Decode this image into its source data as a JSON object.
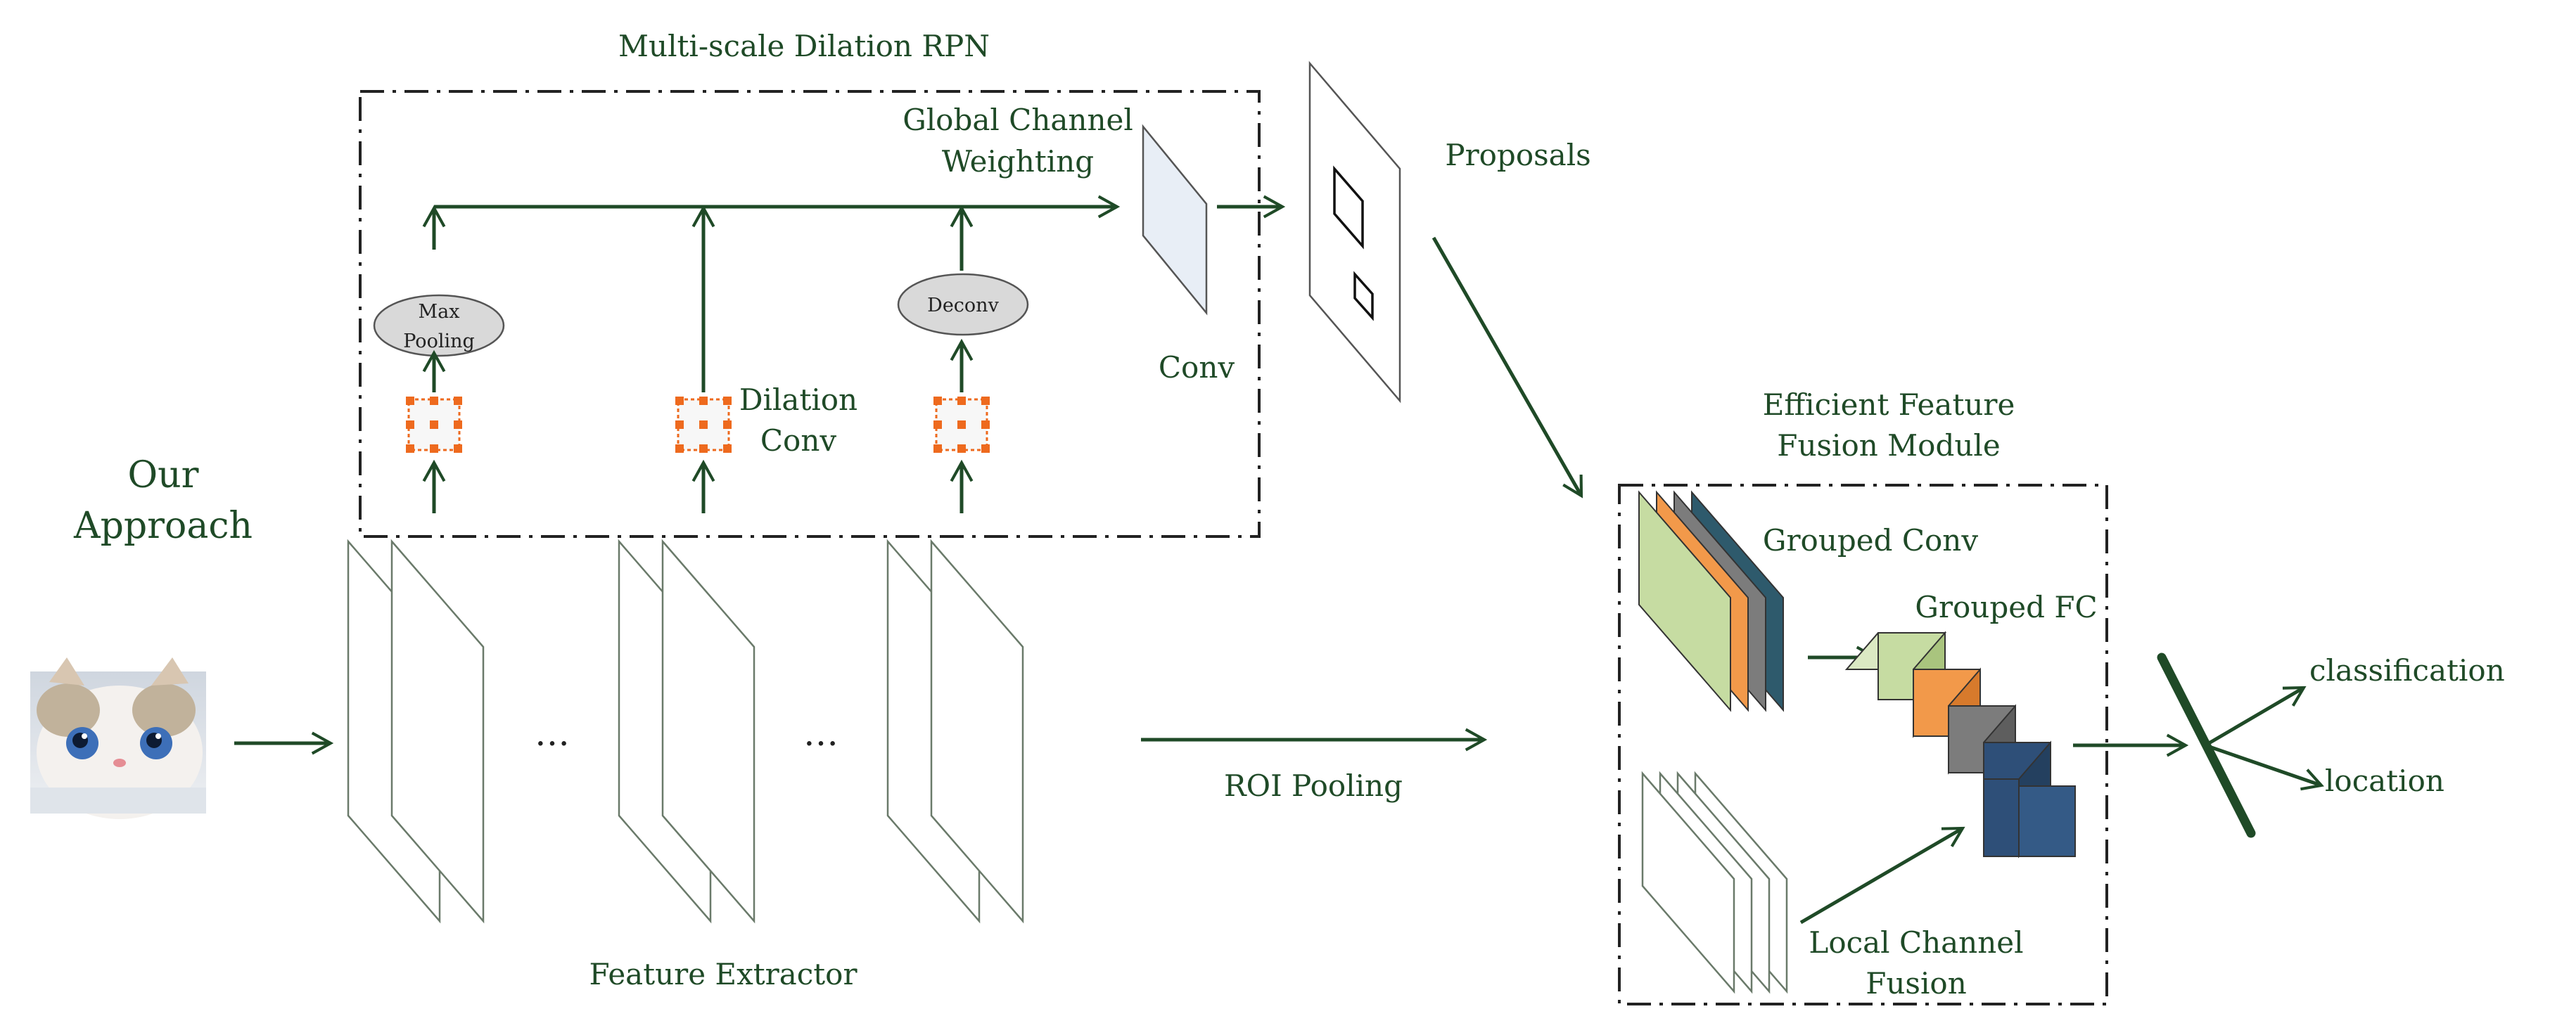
{
  "labels": {
    "rpn_title": "Multi-scale Dilation RPN",
    "global_channel_line1": "Global Channel",
    "global_channel_line2": "Weighting",
    "proposals": "Proposals",
    "max_pooling_line1": "Max",
    "max_pooling_line2": "Pooling",
    "deconv": "Deconv",
    "dilation_line1": "Dilation",
    "dilation_line2": "Conv",
    "conv": "Conv",
    "our_line1": "Our",
    "our_line2": "Approach",
    "ellipsis1": "…",
    "ellipsis2": "…",
    "roi_pooling": "ROI Pooling",
    "feature_extractor": "Feature Extractor",
    "effm_line1": "Efficient Feature",
    "effm_line2": "Fusion Module",
    "grouped_conv": "Grouped Conv",
    "grouped_fc": "Grouped FC",
    "lcf_line1": "Local Channel",
    "lcf_line2": "Fusion",
    "classification": "classification",
    "location": "location"
  },
  "colors": {
    "dark_green": "#1f4a27",
    "orange": "#ee6a1e",
    "light_green": "#c6dca2",
    "orange_fill": "#f2994a",
    "gray": "#7c7c7c",
    "teal": "#2e5a6c",
    "navy": "#2e4f78",
    "ellipse_fill": "#d9d9d9",
    "plate_fill": "#e8eef6"
  },
  "image_icon": "cat-photo"
}
